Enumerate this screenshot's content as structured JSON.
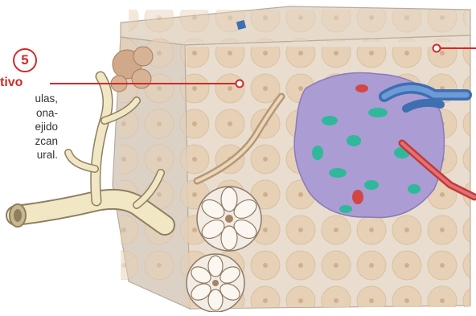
{
  "callout": {
    "number": "5",
    "title": "tivo",
    "lines": [
      "ulas,",
      "ona-",
      "ejido",
      "zcan",
      "ural."
    ]
  },
  "colors": {
    "accent_red": "#d22a2a",
    "tissue_beige": "#e8d3b8",
    "block_face": "#e9ddd0",
    "cluster_purple": "#a89ad0",
    "teal_cells": "#2fb89a",
    "vein_blue": "#4a7fc0",
    "artery_red": "#d24646",
    "nerve_cream": "#f2e7c4"
  },
  "icons": [
    "tissue-block-illustration",
    "callout-number-badge"
  ]
}
